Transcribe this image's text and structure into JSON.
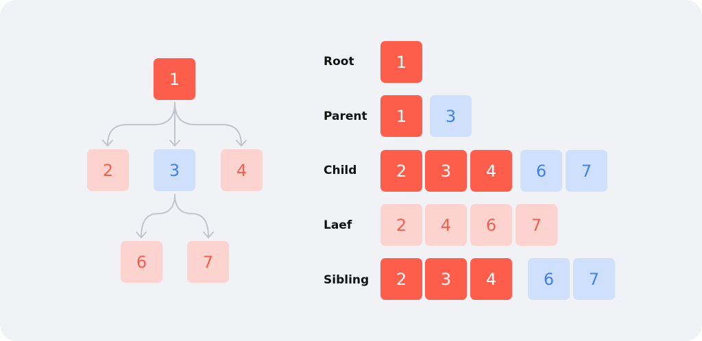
{
  "colors": {
    "strong": "#fd5e4c",
    "light": "#fdd3d0",
    "blue": "#cfe0fc",
    "blue_text": "#3f82ee",
    "arrow": "#c2c5cc",
    "background": "#f1f2f6"
  },
  "tree": {
    "root": "1",
    "level1": [
      "2",
      "3",
      "4"
    ],
    "level2": [
      "6",
      "7"
    ]
  },
  "rows": [
    {
      "label": "Root",
      "groups": [
        [
          "1"
        ]
      ]
    },
    {
      "label": "Parent",
      "groups": [
        [
          "1"
        ],
        [
          "3"
        ]
      ]
    },
    {
      "label": "Child",
      "groups": [
        [
          "2",
          "3",
          "4"
        ],
        [
          "6",
          "7"
        ]
      ]
    },
    {
      "label": "Laef",
      "groups": [
        [
          "2",
          "4",
          "6",
          "7"
        ]
      ]
    },
    {
      "label": "Sibling",
      "groups": [
        [
          "2",
          "3",
          "4"
        ],
        [
          "6",
          "7"
        ]
      ]
    }
  ]
}
